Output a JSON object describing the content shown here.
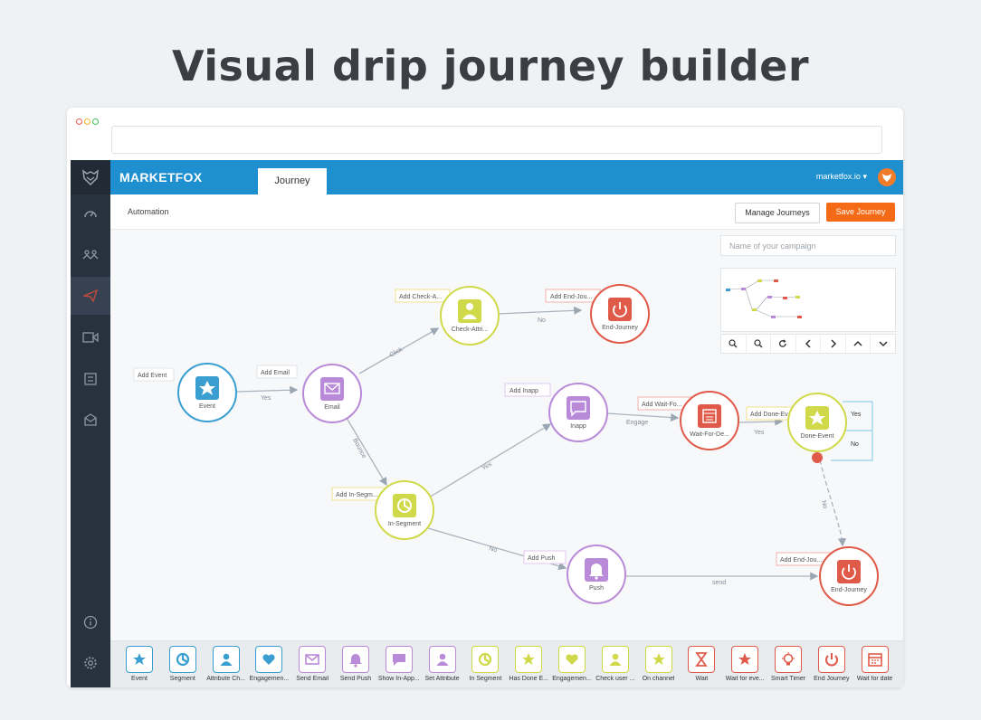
{
  "headline": "Visual drip journey builder",
  "app": {
    "brand": "MARKETFOX",
    "tab": "Journey",
    "account": "marketfox.io"
  },
  "subbar": {
    "breadcrumb": "Automation",
    "manage_label": "Manage Journeys",
    "save_label": "Save Journey"
  },
  "campaign": {
    "placeholder": "Name of your campaign"
  },
  "colors": {
    "topbar": "#1e8fcf",
    "sidebar": "#28323e",
    "save": "#f46a16",
    "event": "#3a9fd0",
    "email": "#b98ad8",
    "segment": "#cfd94a",
    "end": "#e05a4a"
  },
  "sidebar_icons": [
    "dashboard-icon",
    "audience-icon",
    "campaign-icon",
    "video-icon",
    "report-icon",
    "inbox-icon",
    "info-icon",
    "settings-icon"
  ],
  "nodes": {
    "event": {
      "add": "Add Event",
      "label": "Event"
    },
    "email": {
      "add": "Add Email",
      "label": "Email"
    },
    "check": {
      "add": "Add Check-A...",
      "label": "Check-Attri..."
    },
    "end1": {
      "add": "Add End-Jou...",
      "label": "End-Journey"
    },
    "inapp": {
      "add": "Add Inapp",
      "label": "Inapp"
    },
    "wait": {
      "add": "Add Wait-Fo...",
      "label": "Wait-For-De..."
    },
    "done": {
      "add": "Add Done-Ev...",
      "label": "Done-Event"
    },
    "segment": {
      "add": "Add In-Segm...",
      "label": "In-Segment"
    },
    "push": {
      "add": "Add Push",
      "label": "Push"
    },
    "end2": {
      "add": "Add End-Jou...",
      "label": "End-Journey"
    }
  },
  "edges": {
    "yes": "Yes",
    "click": "Click",
    "no": "No",
    "bounce": "Bounce",
    "engage": "Engage",
    "send": "send"
  },
  "branch": {
    "yes": "Yes",
    "no": "No"
  },
  "palette": [
    {
      "label": "Event",
      "color": "#3a9fd0",
      "icon": "star-icon"
    },
    {
      "label": "Segment",
      "color": "#3a9fd0",
      "icon": "segment-icon"
    },
    {
      "label": "Attribute Ch...",
      "color": "#3a9fd0",
      "icon": "person-icon"
    },
    {
      "label": "Engagemen...",
      "color": "#3a9fd0",
      "icon": "heart-icon"
    },
    {
      "label": "Send Email",
      "color": "#b98ad8",
      "icon": "mail-icon"
    },
    {
      "label": "Send Push",
      "color": "#b98ad8",
      "icon": "bell-icon"
    },
    {
      "label": "Show In-App...",
      "color": "#b98ad8",
      "icon": "chat-icon"
    },
    {
      "label": "Set Attribute",
      "color": "#b98ad8",
      "icon": "person-icon"
    },
    {
      "label": "In Segment",
      "color": "#cfd94a",
      "icon": "segment-icon"
    },
    {
      "label": "Has Done E...",
      "color": "#cfd94a",
      "icon": "star-icon"
    },
    {
      "label": "Engagemen...",
      "color": "#cfd94a",
      "icon": "heart-icon"
    },
    {
      "label": "Check user ...",
      "color": "#cfd94a",
      "icon": "person-icon"
    },
    {
      "label": "On channel",
      "color": "#cfd94a",
      "icon": "star-icon"
    },
    {
      "label": "Wait",
      "color": "#e05a4a",
      "icon": "hourglass-icon"
    },
    {
      "label": "Wait for eve...",
      "color": "#e05a4a",
      "icon": "star-icon"
    },
    {
      "label": "Smart Timer",
      "color": "#e05a4a",
      "icon": "bulb-icon"
    },
    {
      "label": "End Journey",
      "color": "#e05a4a",
      "icon": "power-icon"
    },
    {
      "label": "Wait for date",
      "color": "#e05a4a",
      "icon": "calendar-icon"
    }
  ]
}
